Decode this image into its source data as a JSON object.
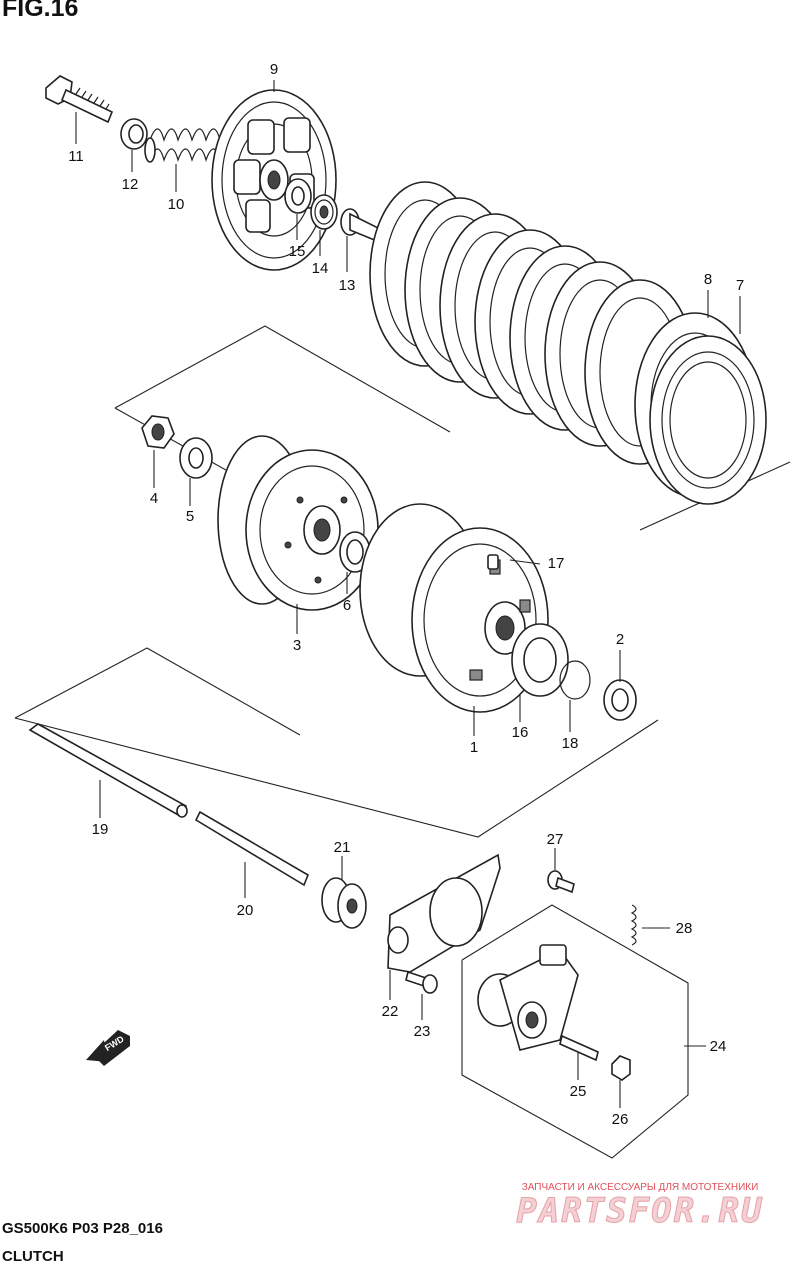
{
  "header": {
    "title": "FIG.16"
  },
  "footer": {
    "model_code": "GS500K6 P03 P28_016",
    "section": "CLUTCH"
  },
  "direction_arrow": {
    "text": "FWD",
    "icon": "forward-arrow-icon"
  },
  "watermark": {
    "tagline": "ЗАПЧАСТИ И АКСЕССУАРЫ ДЛЯ МОТОТЕХНИКИ",
    "brand": "PARTSFOR.RU"
  },
  "callouts": {
    "c1": "1",
    "c2": "2",
    "c3": "3",
    "c4": "4",
    "c5": "5",
    "c6": "6",
    "c7": "7",
    "c8": "8",
    "c9": "9",
    "c10": "10",
    "c11": "11",
    "c12": "12",
    "c13": "13",
    "c14": "14",
    "c15": "15",
    "c16": "16",
    "c17": "17",
    "c18": "18",
    "c19": "19",
    "c20": "20",
    "c21": "21",
    "c22": "22",
    "c23": "23",
    "c24": "24",
    "c25": "25",
    "c26": "26",
    "c27": "27",
    "c28": "28"
  }
}
